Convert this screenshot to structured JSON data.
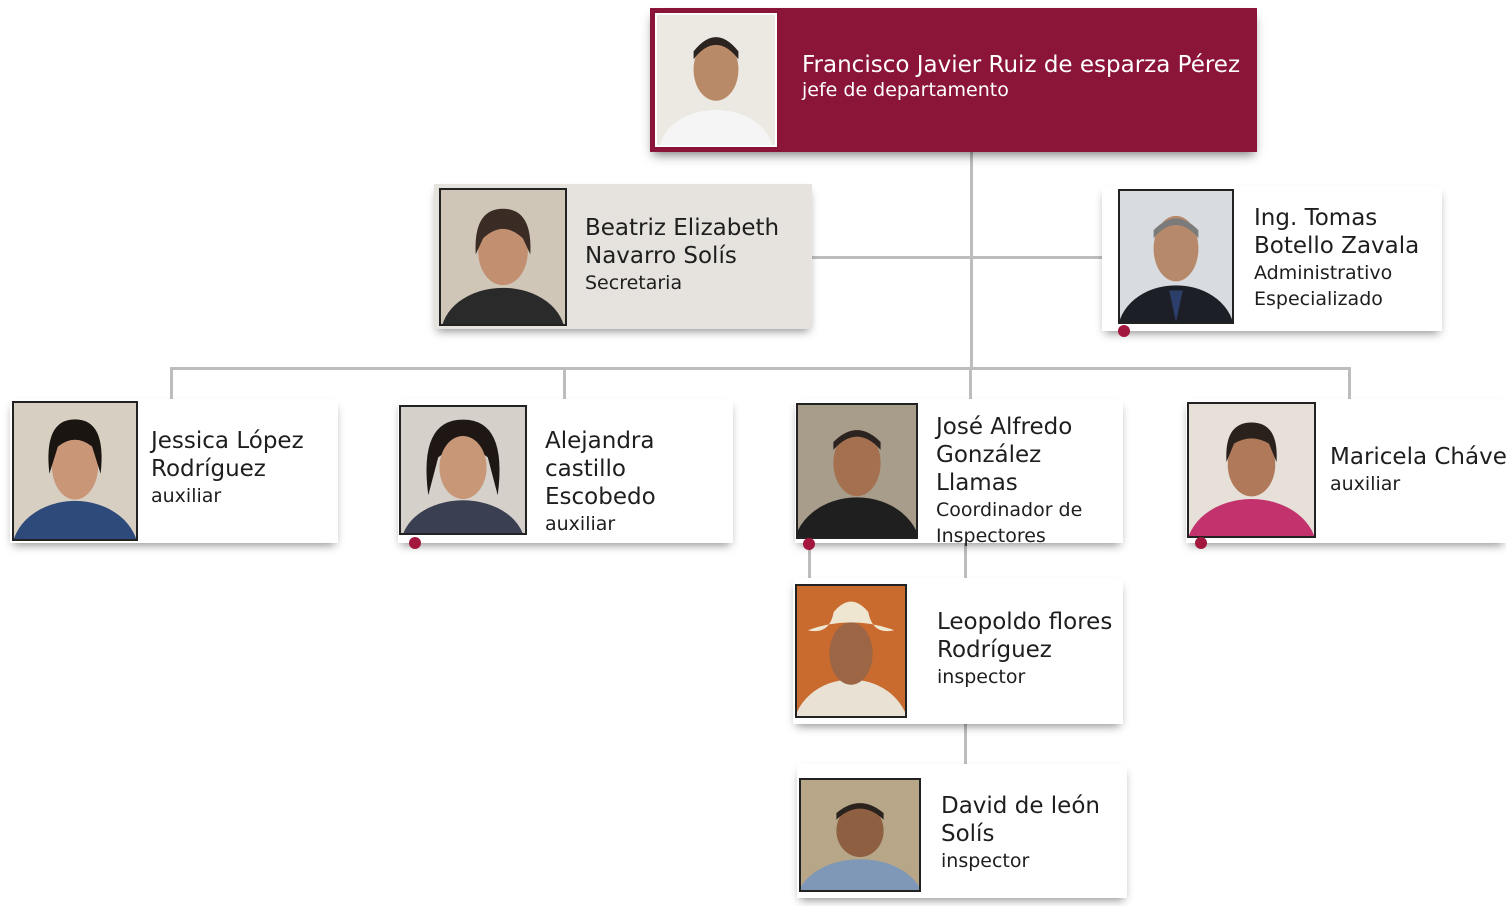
{
  "chief": {
    "name": "Francisco Javier Ruiz de esparza Pérez",
    "role": "jefe de departamento"
  },
  "secretary": {
    "name_1": "Beatriz Elizabeth",
    "name_2": "Navarro Solís",
    "role": "Secretaria"
  },
  "admin": {
    "name_1": "Ing. Tomas",
    "name_2": "Botello Zavala",
    "role_1": "Administrativo",
    "role_2": "Especializado"
  },
  "staff": [
    {
      "name_1": "Jessica López",
      "name_2": "Rodríguez",
      "role": "auxiliar"
    },
    {
      "name_1": "Alejandra castillo",
      "name_2": "Escobedo",
      "role": "auxiliar"
    },
    {
      "name_1": "José Alfredo",
      "name_2": "González Llamas",
      "role_1": "Coordinador de",
      "role_2": "Inspectores"
    },
    {
      "name_1": "Maricela Chávez",
      "role": "auxiliar"
    }
  ],
  "inspectors": [
    {
      "name_1": "Leopoldo flores",
      "name_2": "Rodríguez",
      "role": "inspector"
    },
    {
      "name_1": "David de león",
      "name_2": "Solís",
      "role": "inspector"
    }
  ]
}
